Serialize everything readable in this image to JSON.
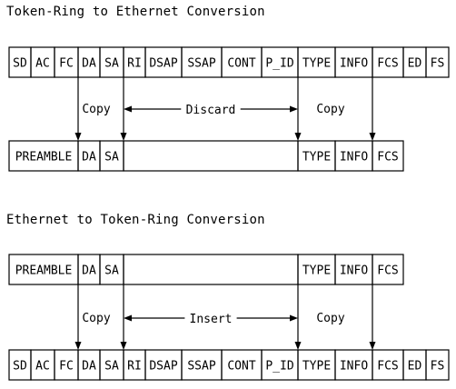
{
  "sections": [
    {
      "title": "Token-Ring to Ethernet Conversion",
      "top_frame": [
        "SD",
        "AC",
        "FC",
        "DA",
        "SA",
        "RI",
        "DSAP",
        "SSAP",
        "CONT",
        "P_ID",
        "TYPE",
        "INFO",
        "FCS",
        "ED",
        "FS"
      ],
      "bottom_frame": [
        "PREAMBLE",
        "DA",
        "SA",
        "",
        "TYPE",
        "INFO",
        "FCS"
      ],
      "labels": {
        "left": "Copy",
        "middle": "Discard",
        "right": "Copy"
      }
    },
    {
      "title": "Ethernet to Token-Ring Conversion",
      "top_frame": [
        "PREAMBLE",
        "DA",
        "SA",
        "",
        "TYPE",
        "INFO",
        "FCS"
      ],
      "bottom_frame": [
        "SD",
        "AC",
        "FC",
        "DA",
        "SA",
        "RI",
        "DSAP",
        "SSAP",
        "CONT",
        "P_ID",
        "TYPE",
        "INFO",
        "FCS",
        "ED",
        "FS"
      ],
      "labels": {
        "left": "Copy",
        "middle": "Insert",
        "right": "Copy"
      }
    }
  ]
}
